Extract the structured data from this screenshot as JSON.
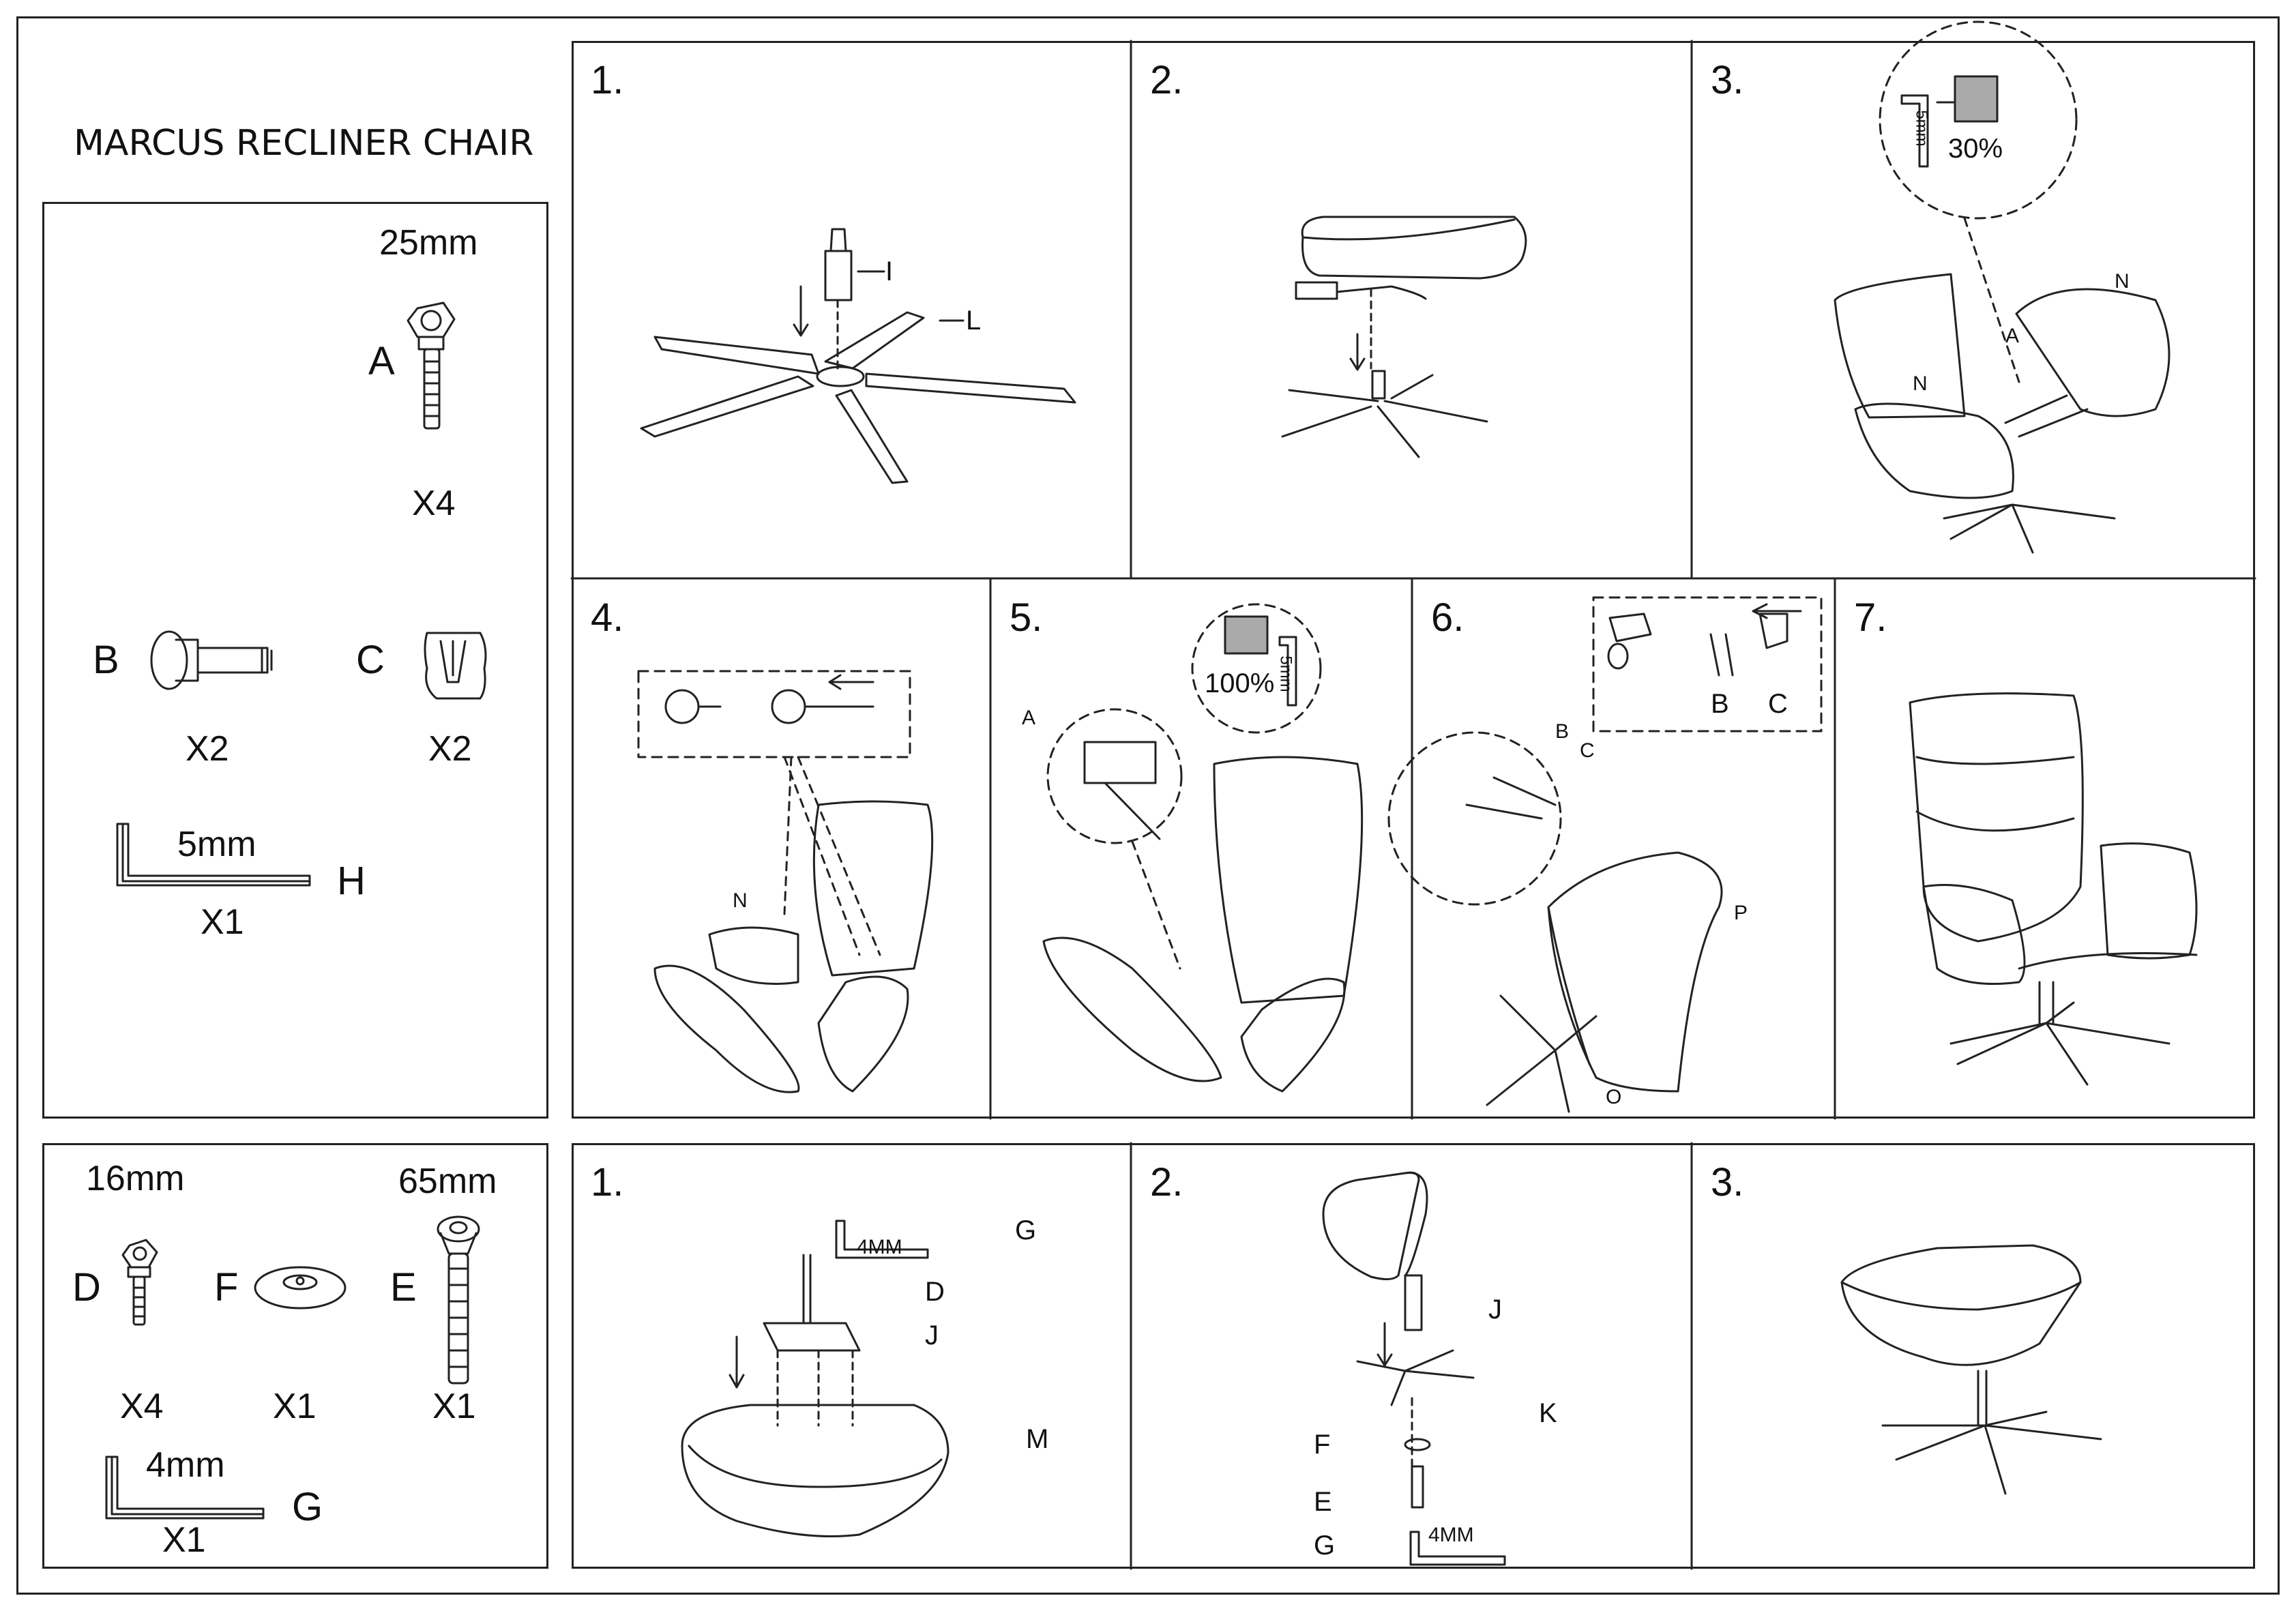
{
  "title": "MARCUS RECLINER CHAIR",
  "chair_parts": {
    "A": {
      "letter": "A",
      "size": "25mm",
      "qty": "X4"
    },
    "B": {
      "letter": "B",
      "qty": "X2"
    },
    "C": {
      "letter": "C",
      "qty": "X2"
    },
    "H": {
      "letter": "H",
      "size": "5mm",
      "qty": "X1"
    }
  },
  "ottoman_parts": {
    "D": {
      "letter": "D",
      "size": "16mm",
      "qty": "X4"
    },
    "F": {
      "letter": "F",
      "qty": "X1"
    },
    "E": {
      "letter": "E",
      "size": "65mm",
      "qty": "X1"
    },
    "G": {
      "letter": "G",
      "size": "4mm",
      "qty": "X1"
    }
  },
  "chair_steps": [
    {
      "number": "1.",
      "labels": [
        "I",
        "L"
      ]
    },
    {
      "number": "2."
    },
    {
      "number": "3.",
      "labels": [
        "N",
        "A",
        "N"
      ],
      "detail": {
        "percent": "30%",
        "tool": "5mm"
      }
    },
    {
      "number": "4.",
      "labels": [
        "N"
      ]
    },
    {
      "number": "5.",
      "labels": [
        "A"
      ],
      "detail": {
        "percent": "100%",
        "tool": "5mm"
      }
    },
    {
      "number": "6.",
      "labels": [
        "B",
        "C",
        "P",
        "O",
        "B",
        "C"
      ]
    },
    {
      "number": "7."
    }
  ],
  "ottoman_steps": [
    {
      "number": "1.",
      "labels": [
        "G",
        "D",
        "J",
        "M"
      ],
      "tool": "4MM"
    },
    {
      "number": "2.",
      "labels": [
        "J",
        "K",
        "F",
        "E",
        "G"
      ],
      "tool": "4MM"
    },
    {
      "number": "3."
    }
  ]
}
